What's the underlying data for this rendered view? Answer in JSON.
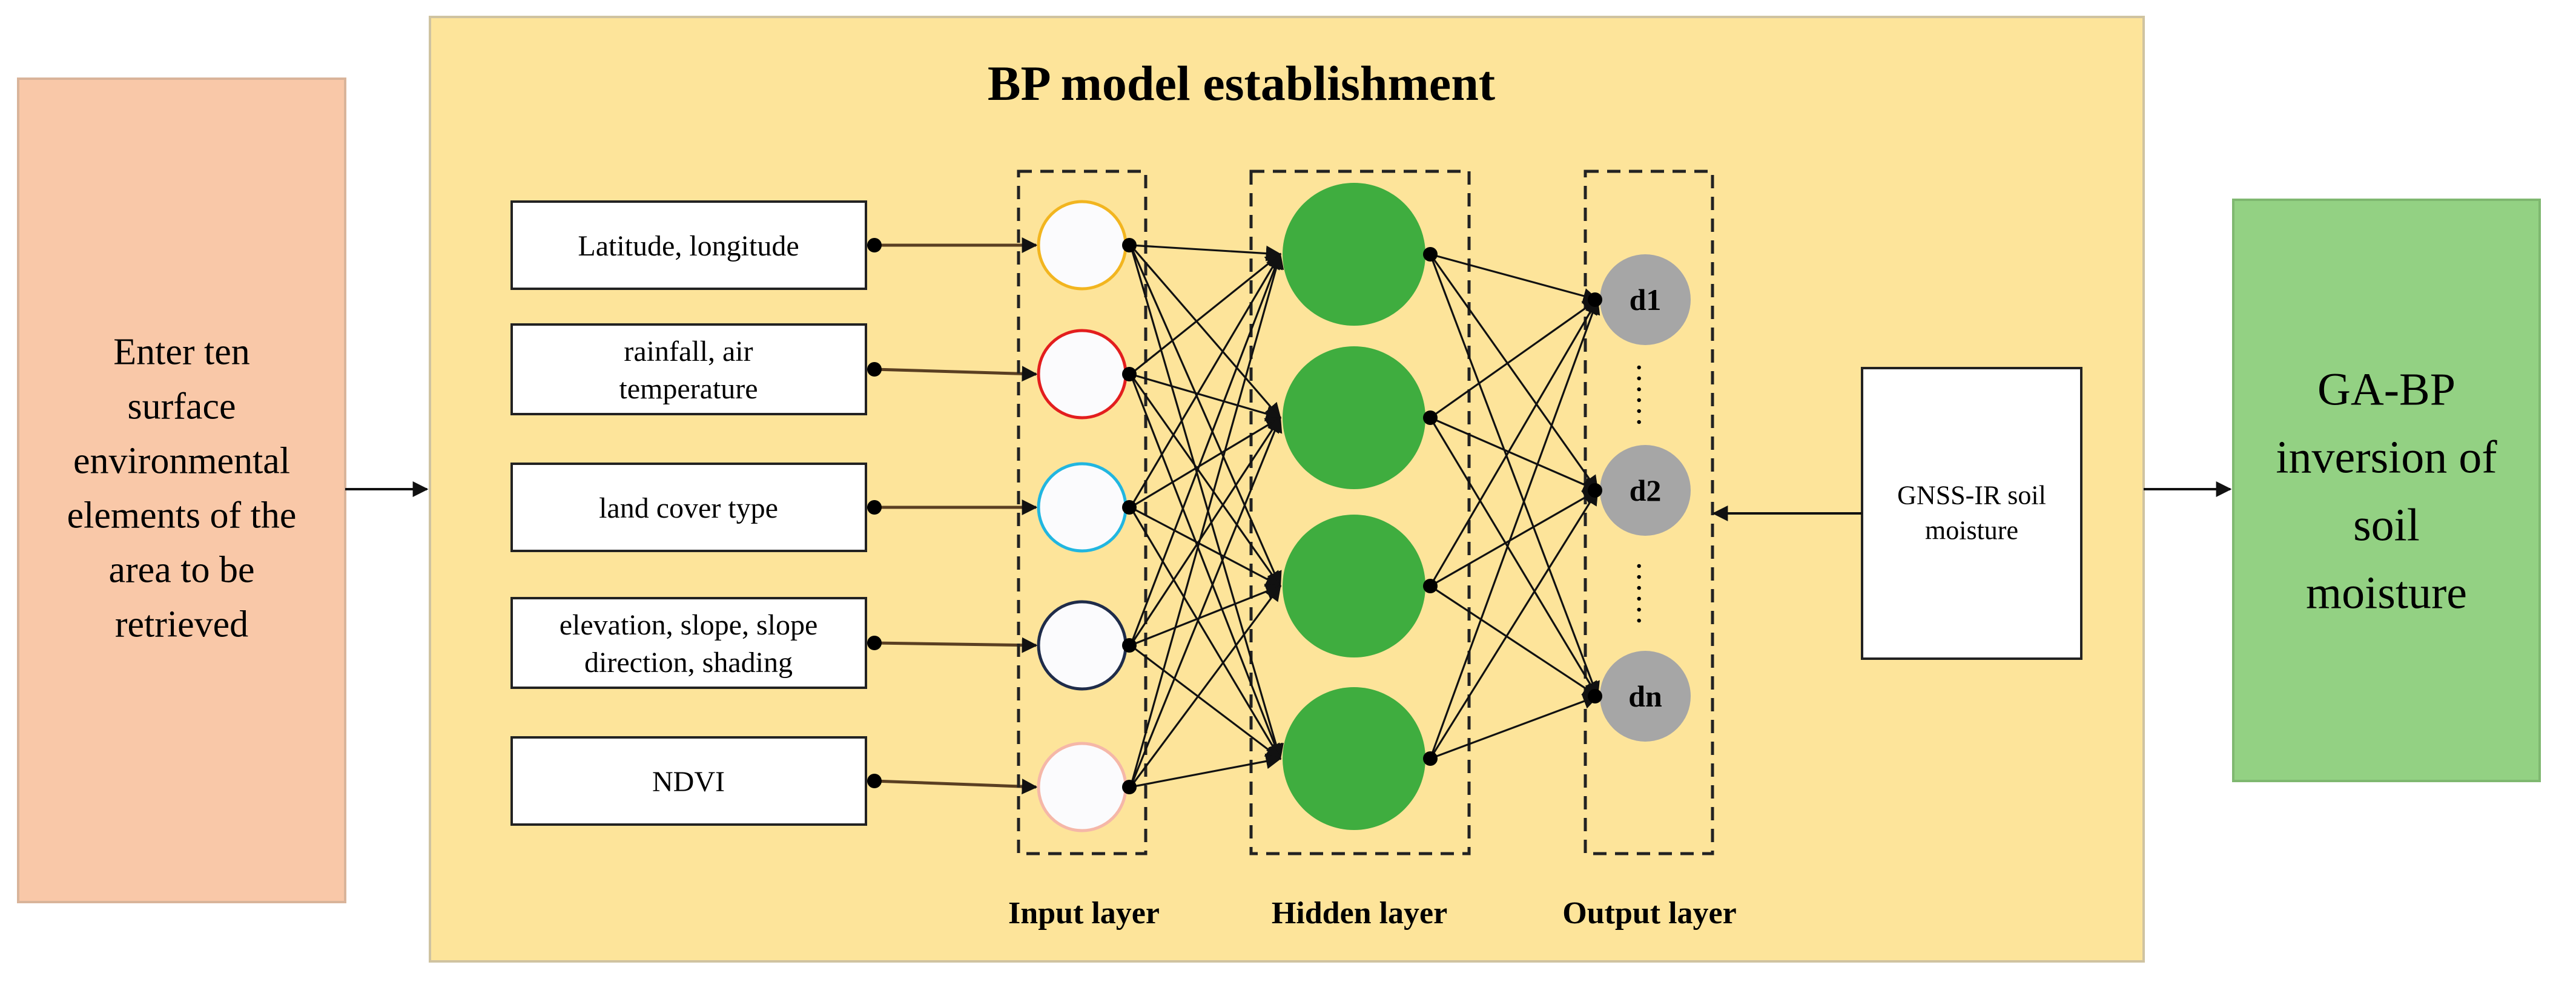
{
  "title": "BP model establishment",
  "left_box": {
    "lines": [
      "Enter ten",
      "surface",
      "environmental",
      "elements of the",
      "area to be",
      "retrieved"
    ]
  },
  "right_box": {
    "lines": [
      "GA-BP",
      "inversion of",
      "soil",
      "moisture"
    ]
  },
  "gnss_box": {
    "lines": [
      "GNSS-IR soil",
      "moisture"
    ]
  },
  "input_factors": [
    {
      "lines": [
        "Latitude, longitude"
      ]
    },
    {
      "lines": [
        "rainfall, air",
        "temperature"
      ]
    },
    {
      "lines": [
        "land cover type"
      ]
    },
    {
      "lines": [
        "elevation, slope, slope",
        "direction,  shading"
      ]
    },
    {
      "lines": [
        "NDVI"
      ]
    }
  ],
  "layers": {
    "input": "Input layer",
    "hidden": "Hidden layer",
    "output": "Output layer"
  },
  "output_nodes": [
    "d1",
    "d2",
    "dn"
  ],
  "ellipsis": "……",
  "colors": {
    "left_fill": "#f9c8a8",
    "center_fill": "#fde49a",
    "right_fill": "#93d183",
    "hidden_node": "#3fad3f",
    "output_node": "#a6a6a6",
    "input_node_borders": [
      "#f2b51f",
      "#e31e1e",
      "#21b6e0",
      "#1f2c4a",
      "#f5b7a8"
    ]
  }
}
